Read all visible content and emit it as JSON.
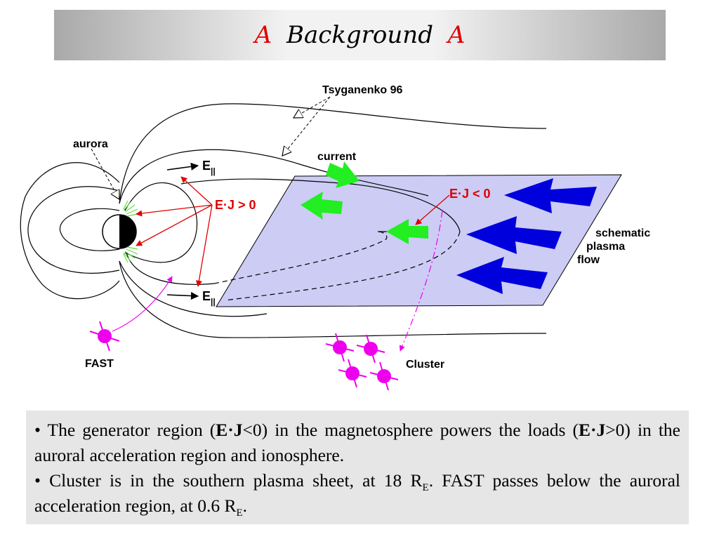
{
  "slide": {
    "title": "Background",
    "title_decoration": "A",
    "title_decoration_color": "#e00000"
  },
  "diagram": {
    "labels": {
      "tsyganenko": "Tsyganenko 96",
      "aurora": "aurora",
      "current": "current",
      "ej_positive": "E·J > 0",
      "ej_negative": "E·J < 0",
      "e_parallel": "E",
      "e_parallel_sub": "||",
      "schematic_line1": "schematic",
      "schematic_line2": "plasma",
      "schematic_line3": "flow",
      "fast": "FAST",
      "cluster": "Cluster"
    },
    "colors": {
      "plasma_sheet": "#ccccf5",
      "current_arrows": "#22ee22",
      "flow_arrows": "#0000dd",
      "ej_arrows": "#ee0000",
      "spacecraft": "#ee00ee",
      "aurora_glow": "#66dd44"
    }
  },
  "caption": {
    "b1_pre": "• The generator region (",
    "b1_bold1": "E·J",
    "b1_mid": "<0) in the magnetosphere powers the loads (",
    "b1_bold2": "E·J",
    "b1_post": ">0) in the auroral acceleration region and ionosphere.",
    "b2_a": "• Cluster is in the southern plasma sheet, at 18 R",
    "b2_sub1": "E",
    "b2_b": ". FAST passes below the auroral acceleration region, at 0.6 R",
    "b2_sub2": "E",
    "b2_c": "."
  }
}
